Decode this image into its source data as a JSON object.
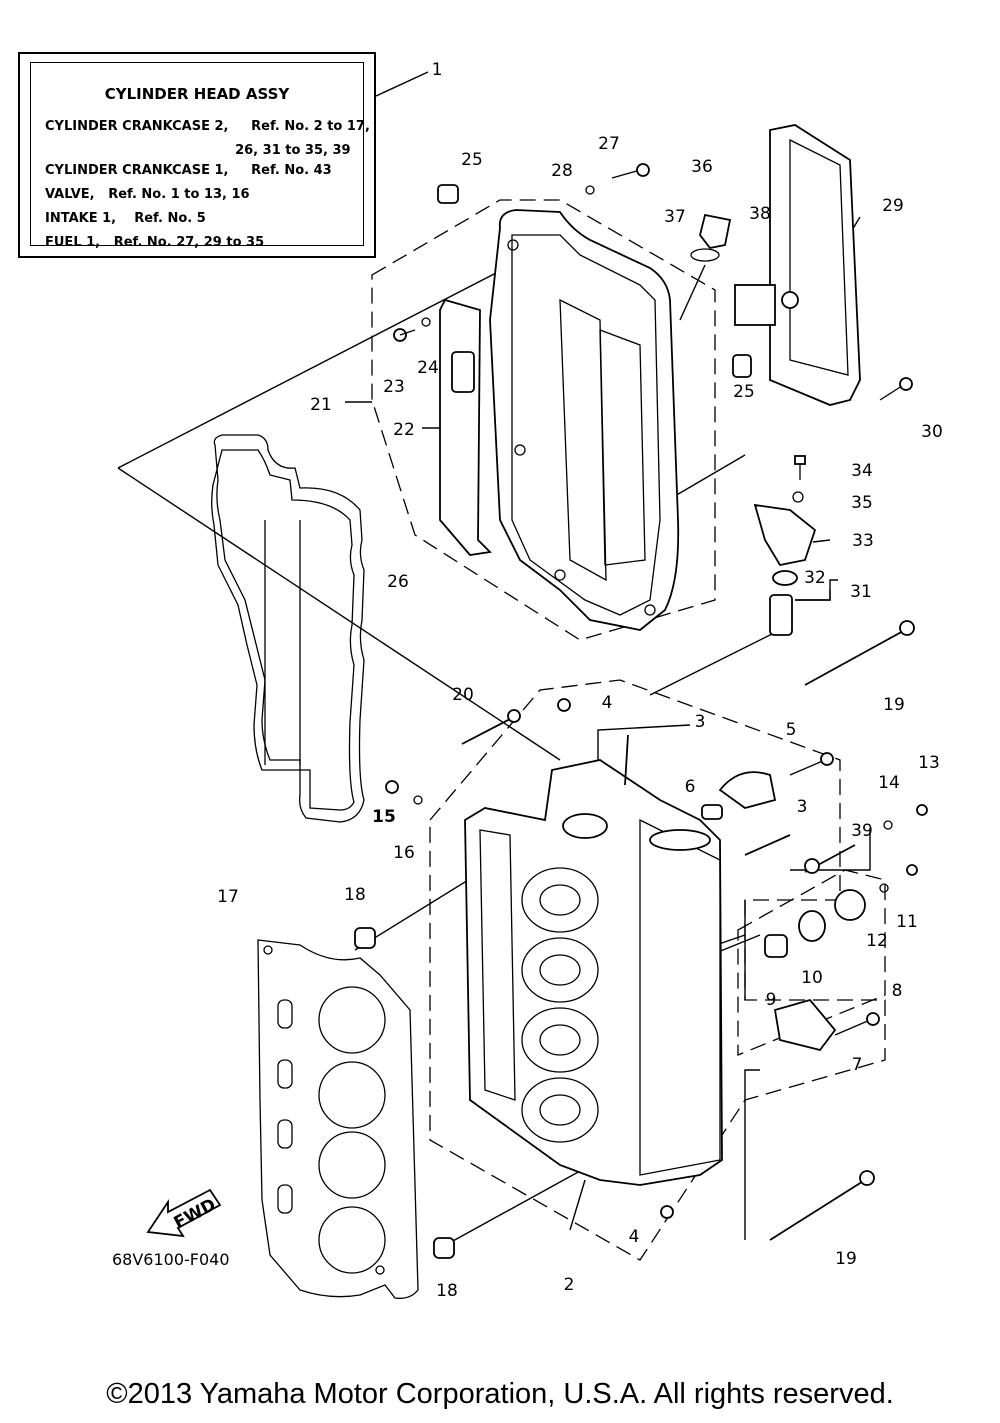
{
  "legend": {
    "title": "CYLINDER HEAD ASSY",
    "lines": [
      "CYLINDER CRANKCASE 2,     Ref. No. 2 to 17,",
      "                                          26, 31 to 35, 39",
      "CYLINDER CRANKCASE 1,     Ref. No. 43",
      "VALVE,   Ref. No. 1 to 13, 16",
      "INTAKE 1,    Ref. No. 5",
      "FUEL 1,   Ref. No. 27, 29 to 35"
    ]
  },
  "part_labels": [
    "1",
    "2",
    "3",
    "3",
    "4",
    "4",
    "5",
    "6",
    "7",
    "8",
    "9",
    "10",
    "11",
    "12",
    "13",
    "14",
    "15",
    "16",
    "17",
    "18",
    "18",
    "19",
    "19",
    "20",
    "21",
    "22",
    "23",
    "24",
    "25",
    "25",
    "26",
    "27",
    "28",
    "29",
    "30",
    "31",
    "32",
    "33",
    "34",
    "35",
    "36",
    "37",
    "38",
    "39"
  ],
  "fwd_label": "FWD",
  "diagram_code": "68V6100-F040",
  "footer": "©2013 Yamaha Motor Corporation, U.S.A. All rights reserved."
}
